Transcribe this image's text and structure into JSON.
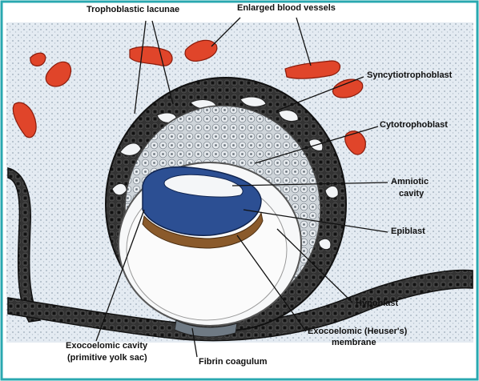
{
  "labels": {
    "trophoblastic_lacunae": "Trophoblastic lacunae",
    "enlarged_blood_vessels": "Enlarged blood vessels",
    "syncytiotrophoblast": "Syncytiotrophoblast",
    "cytotrophoblast": "Cytotrophoblast",
    "amniotic_cavity_line1": "Amniotic",
    "amniotic_cavity_line2": "cavity",
    "epiblast": "Epiblast",
    "hypoblast": "Hypoblast",
    "exocoelomic_membrane_line1": "Exocoelomic (Heuser's)",
    "exocoelomic_membrane_line2": "membrane",
    "exocoelomic_cavity_line1": "Exocoelomic cavity",
    "exocoelomic_cavity_line2": "(primitive yolk sac)",
    "fibrin_coagulum": "Fibrin coagulum"
  },
  "colors": {
    "frame": "#2aa8b0",
    "stroma": "#dfe7ef",
    "trophoblast": "#2f2f2f",
    "cytotrophoblast": "#bfc6cc",
    "blood_vessel": "#e0452a",
    "epiblast": "#2c4f93",
    "hypoblast": "#8a5a2b"
  }
}
